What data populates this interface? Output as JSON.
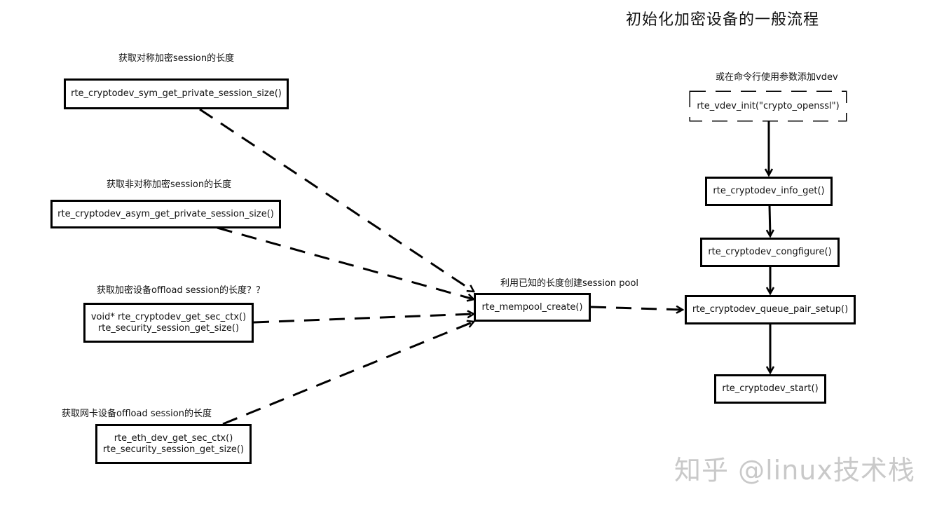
{
  "title": "初始化加密设备的一般流程",
  "left_column": [
    {
      "label": "获取对称加密session的长度",
      "lines": [
        "rte_cryptodev_sym_get_private_session_size()"
      ]
    },
    {
      "label": "获取非对称加密session的长度",
      "lines": [
        "rte_cryptodev_asym_get_private_session_size()"
      ]
    },
    {
      "label": "获取加密设备offload session的长度？？",
      "lines": [
        "void* rte_cryptodev_get_sec_ctx()",
        "rte_security_session_get_size()"
      ]
    },
    {
      "label": "获取网卡设备offload session的长度",
      "lines": [
        "rte_eth_dev_get_sec_ctx()",
        "rte_security_session_get_size()"
      ]
    }
  ],
  "center": {
    "label": "利用已知的长度创建session pool",
    "box": "rte_mempool_create()"
  },
  "right_column": {
    "vdev_label": "或在命令行使用参数添加vdev",
    "vdev_box": "rte_vdev_init(\"crypto_openssl\")",
    "steps": [
      "rte_cryptodev_info_get()",
      "rte_cryptodev_congfigure()",
      "rte_cryptodev_queue_pair_setup()",
      "rte_cryptodev_start()"
    ]
  },
  "watermark": "知乎 @linux技术栈"
}
